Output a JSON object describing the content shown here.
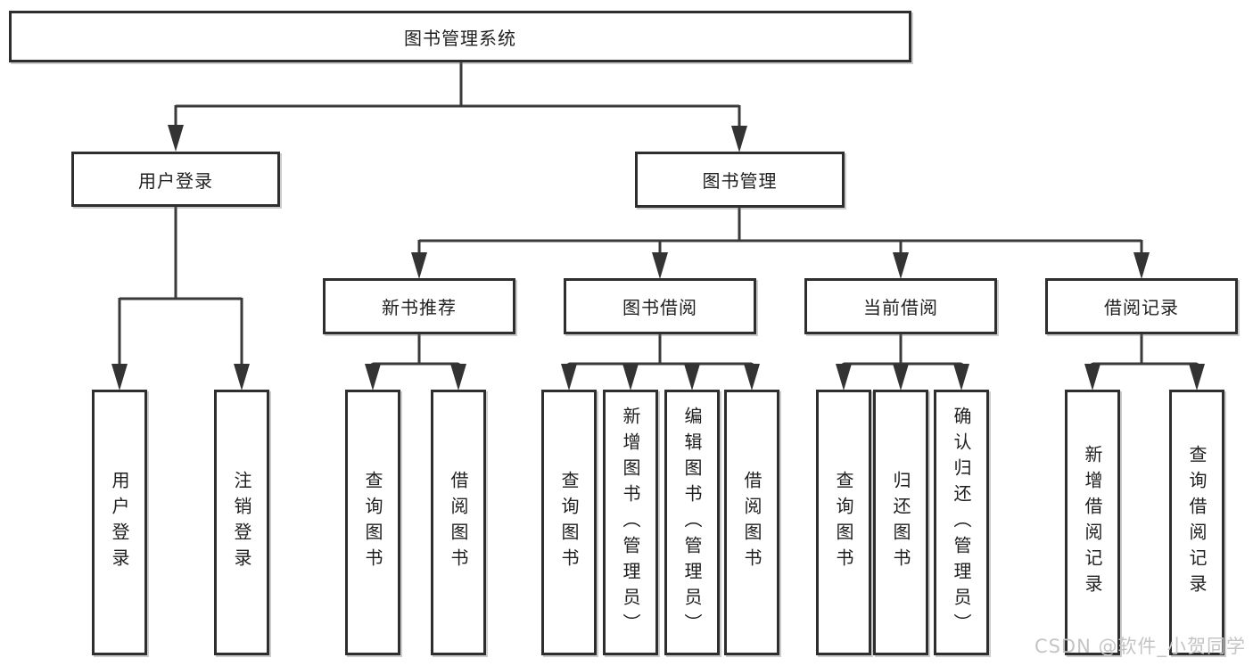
{
  "diagram": {
    "root": {
      "label": "图书管理系统"
    },
    "children": [
      {
        "label": "用户登录",
        "children": [
          {
            "label": "用户登录"
          },
          {
            "label": "注销登录"
          }
        ]
      },
      {
        "label": "图书管理",
        "children": [
          {
            "label": "新书推荐",
            "children": [
              {
                "label": "查询图书"
              },
              {
                "label": "借阅图书"
              }
            ]
          },
          {
            "label": "图书借阅",
            "children": [
              {
                "label": "查询图书"
              },
              {
                "label": "新增图书（管理员）"
              },
              {
                "label": "编辑图书（管理员）"
              },
              {
                "label": "借阅图书"
              }
            ]
          },
          {
            "label": "当前借阅",
            "children": [
              {
                "label": "查询图书"
              },
              {
                "label": "归还图书"
              },
              {
                "label": "确认归还（管理员）"
              }
            ]
          },
          {
            "label": "借阅记录",
            "children": [
              {
                "label": "新增借阅记录"
              },
              {
                "label": "查询借阅记录"
              }
            ]
          }
        ]
      }
    ]
  },
  "watermark": {
    "text": "CSDN @软件_小贺同学"
  },
  "colors": {
    "background": "#ffffff",
    "box_border": "#2e2e2e",
    "line": "#3a3a3a",
    "text": "#1f1f1f",
    "watermark": "#c4c4c4"
  }
}
